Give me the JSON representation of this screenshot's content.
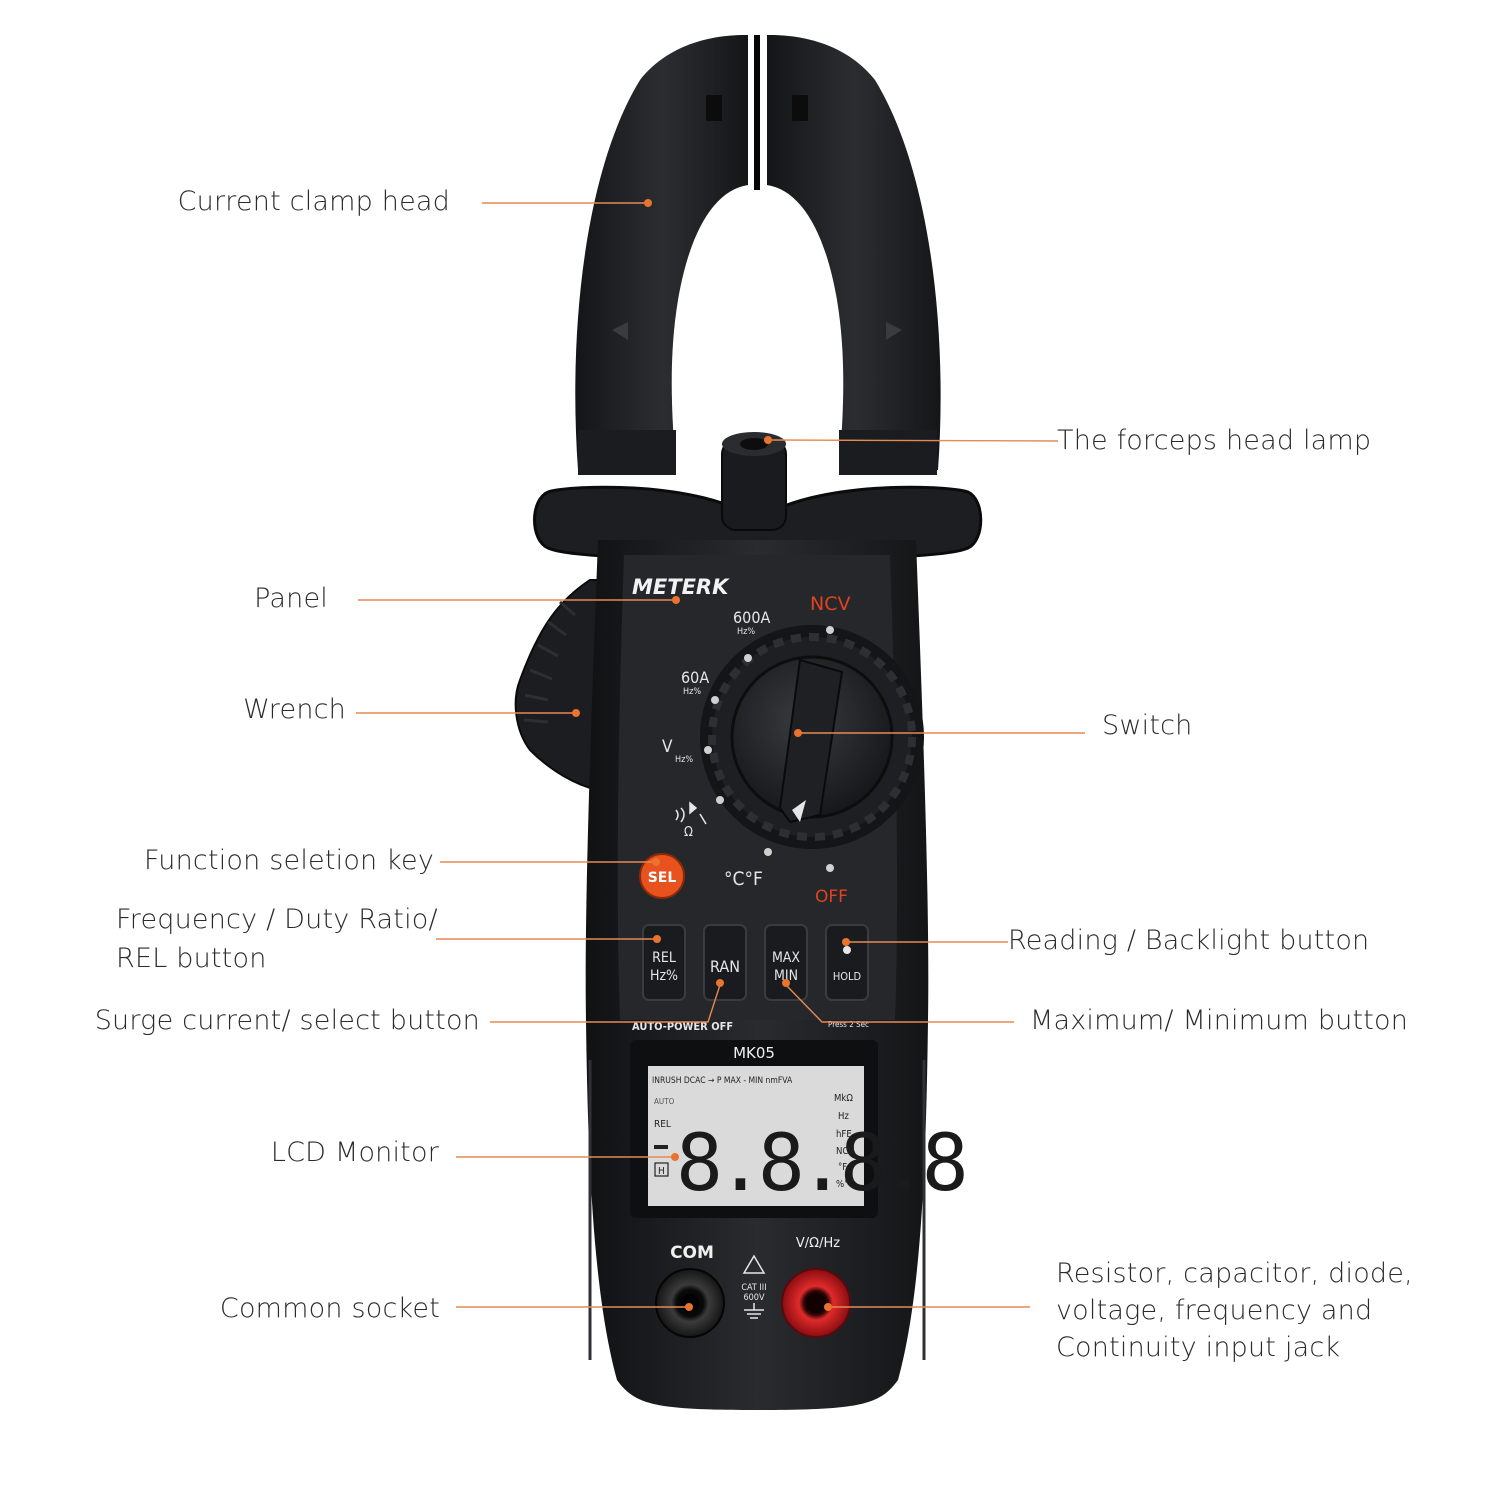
{
  "callouts": {
    "clamp_head": "Current clamp head",
    "head_lamp": "The forceps head lamp",
    "panel": "Panel",
    "wrench": "Wrench",
    "switch": "Switch",
    "function_key": "Function seletion key",
    "freq_line1": "Frequency / Duty Ratio/",
    "freq_line2": "REL button",
    "reading_backlight": "Reading / Backlight button",
    "surge": "Surge current/ select button",
    "maxmin": "Maximum/ Minimum button",
    "lcd": "LCD Monitor",
    "common": "Common socket",
    "input_line1": "Resistor, capacitor, diode,",
    "input_line2": "voltage,  frequency and",
    "input_line3": "Continuity input jack"
  },
  "device": {
    "brand": "METERK",
    "model": "MK05",
    "dial": {
      "ncv": "NCV",
      "off": "OFF",
      "a600": "600A",
      "a60": "60A",
      "hz_pct": "Hz%",
      "volt": "V",
      "temp": "°C°F"
    },
    "buttons": {
      "sel": "SEL",
      "rel_top": "REL",
      "rel_bottom": "Hz%",
      "ran": "RAN",
      "max": "MAX",
      "min": "MIN",
      "hold": "HOLD"
    },
    "auto_power_off": "AUTO-POWER OFF",
    "press_2_sec": "Press 2 Sec",
    "lcd": {
      "top_row": "INRUSH DCAC → P MAX - MIN nmFVA",
      "auto": "AUTO",
      "rel": "REL",
      "hold_h": "H",
      "digits": "8.8.8.8",
      "units": [
        "MkΩ",
        "Hz",
        "hFE",
        "NCV",
        "°F",
        "%°C"
      ]
    },
    "sockets": {
      "com": "COM",
      "cat": "CAT III",
      "cat_v": "600V",
      "input": "V/Ω/Hz"
    }
  },
  "colors": {
    "leader": "#e58a55",
    "accent": "#e8742f",
    "body": "#1e1f22",
    "ncv_red": "#e0431f",
    "lcd_bg": "#d9d9d9",
    "red_jack": "#d01a22"
  }
}
